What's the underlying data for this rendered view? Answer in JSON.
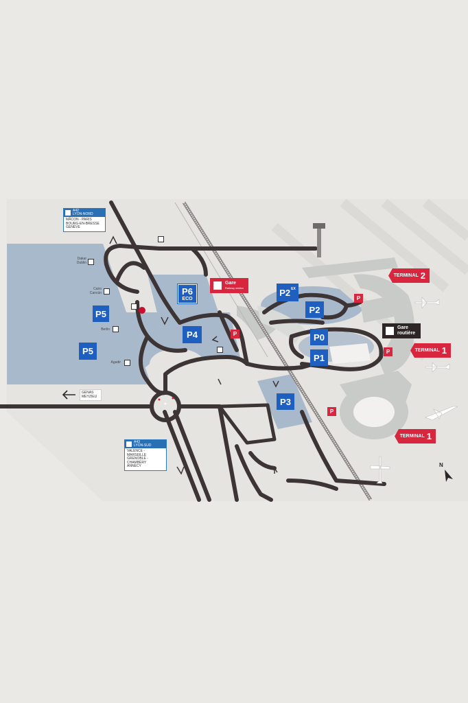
{
  "parkings": {
    "p6": "P6",
    "p6_sub": "ECO",
    "p5a": "P5",
    "p5b": "P5",
    "p4": "P4",
    "p3": "P3",
    "p2a": "P2",
    "p2a_sup": "EX",
    "p2b": "P2",
    "p0": "P0",
    "p1": "P1"
  },
  "signs": {
    "a42_title": "A42",
    "a42_sub": "LYON-NORD",
    "a42_dest": [
      "MÂCON - PARIS",
      "BOURG-EN-BRESSE",
      "GENÈVE"
    ],
    "a43_title": "A43",
    "a43_sub": "LYON-SUD",
    "a43_dest": [
      "VALENCE - MARSEILLE",
      "GRENOBLE - CHAMBÉRY",
      "ANNECY"
    ],
    "genas": [
      "GENAS",
      "MEYZIEU"
    ]
  },
  "terminals": {
    "t2": "TERMINAL",
    "t2_n": "2",
    "t1a": "TERMINAL",
    "t1a_n": "1",
    "t1b": "TERMINAL",
    "t1b_n": "1"
  },
  "stations": {
    "gare": "Gare",
    "gare_sub": "Railway station",
    "gare_routiere_1": "Gare",
    "gare_routiere_2": "routière"
  },
  "shuttles": {
    "dakar": [
      "Dakar",
      "Dublin"
    ],
    "cancun": [
      "Cairo",
      "Cancún"
    ],
    "berlin": "Berlin",
    "agadir": "Agadir"
  },
  "compass": "N",
  "colors": {
    "road": "#3d3436",
    "parking_zone": "#a9b9cc",
    "parking_badge": "#1f5fbf",
    "terminal_flag": "#d7263d",
    "terminal_building": "#c9cbc8",
    "background": "#ebe9e5"
  }
}
